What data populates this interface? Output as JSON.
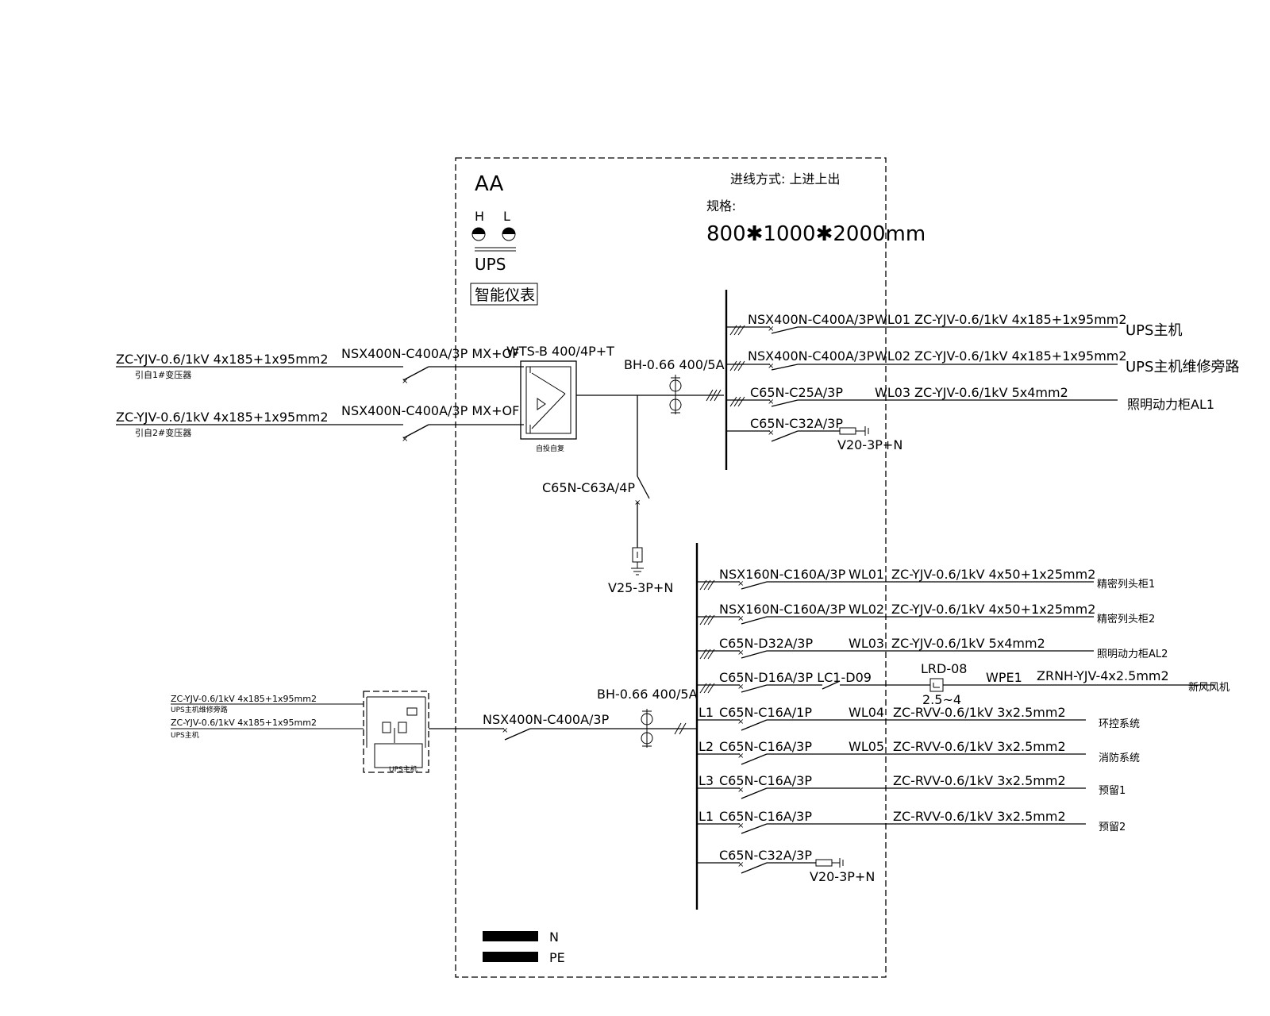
{
  "cabinet": {
    "name": "AA",
    "lamp_h": "H",
    "lamp_l": "L",
    "ups_label": "UPS",
    "meter_label": "智能仪表",
    "entry_mode": "进线方式: 上进上出",
    "spec_label": "规格:",
    "dimensions": "800✱1000✱2000mm"
  },
  "incoming": {
    "feeders": [
      {
        "cable": "ZC-YJV-0.6/1kV 4x185+1x95mm2",
        "source": "引自1#变压器",
        "breaker": "NSX400N-C400A/3P  MX+OF"
      },
      {
        "cable": "ZC-YJV-0.6/1kV 4x185+1x95mm2",
        "source": "引自2#变压器",
        "breaker": "NSX400N-C400A/3P  MX+OF"
      }
    ],
    "ats_label": "WTS-B 400/4P+T",
    "ats_caption": "自投自复",
    "ct_label": "BH-0.66  400/5A",
    "spd_breaker": "C65N-C63A/4P",
    "spd": "V25-3P+N"
  },
  "upper_bus": {
    "circuits": [
      {
        "breaker": "NSX400N-C400A/3P",
        "circuit": "WL01",
        "cable": "ZC-YJV-0.6/1kV  4x185+1x95mm2",
        "load": "UPS主机"
      },
      {
        "breaker": "NSX400N-C400A/3P",
        "circuit": "WL02",
        "cable": "ZC-YJV-0.6/1kV  4x185+1x95mm2",
        "load": "UPS主机维修旁路"
      },
      {
        "breaker": "C65N-C25A/3P",
        "circuit": "WL03",
        "cable": "ZC-YJV-0.6/1kV  5x4mm2",
        "load": "照明动力柜AL1"
      },
      {
        "breaker": "C65N-C32A/3P",
        "circuit": "",
        "cable": "",
        "load": ""
      }
    ],
    "spd": "V20-3P+N"
  },
  "lower": {
    "ups_cables": [
      {
        "cable": "ZC-YJV-0.6/1kV  4x185+1x95mm2",
        "source": "UPS主机维修旁路"
      },
      {
        "cable": "ZC-YJV-0.6/1kV  4x185+1x95mm2",
        "source": "UPS主机"
      }
    ],
    "ups_box_caption": "UPS主机",
    "main_breaker": "NSX400N-C400A/3P",
    "ct_label": "BH-0.66  400/5A",
    "circuits": [
      {
        "phase": "",
        "breaker": "NSX160N-C160A/3P",
        "circuit": "WL01",
        "cable": "ZC-YJV-0.6/1kV  4x50+1x25mm2",
        "load": "精密列头柜1"
      },
      {
        "phase": "",
        "breaker": "NSX160N-C160A/3P",
        "circuit": "WL02",
        "cable": "ZC-YJV-0.6/1kV  4x50+1x25mm2",
        "load": "精密列头柜2"
      },
      {
        "phase": "",
        "breaker": "C65N-D32A/3P",
        "circuit": "WL03",
        "cable": "ZC-YJV-0.6/1kV  5x4mm2",
        "load": "照明动力柜AL2"
      },
      {
        "phase": "",
        "breaker": "C65N-D16A/3P  LC1-D09",
        "circuit": "WPE1",
        "cable": "ZRNH-YJV-4x2.5mm2",
        "load": "新风风机"
      },
      {
        "phase": "L1",
        "breaker": "C65N-C16A/1P",
        "circuit": "WL04",
        "cable": "ZC-RVV-0.6/1kV  3x2.5mm2",
        "load": "环控系统"
      },
      {
        "phase": "L2",
        "breaker": "C65N-C16A/3P",
        "circuit": "WL05",
        "cable": "ZC-RVV-0.6/1kV  3x2.5mm2",
        "load": "消防系统"
      },
      {
        "phase": "L3",
        "breaker": "C65N-C16A/3P",
        "circuit": "",
        "cable": "ZC-RVV-0.6/1kV  3x2.5mm2",
        "load": "预留1"
      },
      {
        "phase": "L1",
        "breaker": "C65N-C16A/3P",
        "circuit": "",
        "cable": "ZC-RVV-0.6/1kV  3x2.5mm2",
        "load": "预留2"
      },
      {
        "phase": "",
        "breaker": "C65N-C32A/3P",
        "circuit": "",
        "cable": "",
        "load": ""
      }
    ],
    "thermal_relay": "LRD-08",
    "thermal_range": "2.5~4",
    "spd": "V20-3P+N"
  },
  "legend": {
    "n_label": "N",
    "pe_label": "PE"
  }
}
